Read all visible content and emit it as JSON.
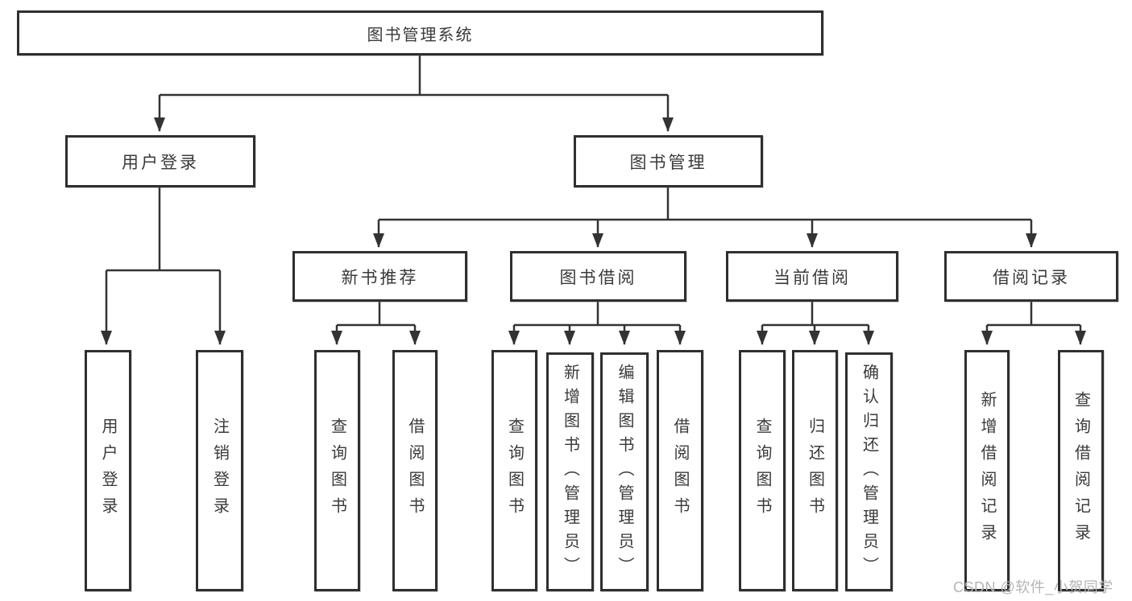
{
  "diagram_title": "图书管理系统",
  "nodes": {
    "root": {
      "label": "图书管理系统"
    },
    "level2": [
      {
        "label": "用户登录"
      },
      {
        "label": "图书管理"
      }
    ],
    "level3": [
      {
        "label": "新书推荐"
      },
      {
        "label": "图书借阅"
      },
      {
        "label": "当前借阅"
      },
      {
        "label": "借阅记录"
      }
    ],
    "leaves": [
      {
        "label": "用户登录"
      },
      {
        "label": "注销登录"
      },
      {
        "label": "查询图书"
      },
      {
        "label": "借阅图书"
      },
      {
        "label": "查询图书"
      },
      {
        "label": "新增图书（管理员）"
      },
      {
        "label": "编辑图书（管理员）"
      },
      {
        "label": "借阅图书"
      },
      {
        "label": "查询图书"
      },
      {
        "label": "归还图书"
      },
      {
        "label": "确认归还（管理员）"
      },
      {
        "label": "新增借阅记录"
      },
      {
        "label": "查询借阅记录"
      }
    ]
  },
  "watermark": {
    "text": "CSDN @软件_小贺同学"
  },
  "colors": {
    "border": "#2f2f2f",
    "line": "#333333",
    "text": "#3a3a3a",
    "background": "#ffffff",
    "watermark": "#b5b5b5"
  }
}
